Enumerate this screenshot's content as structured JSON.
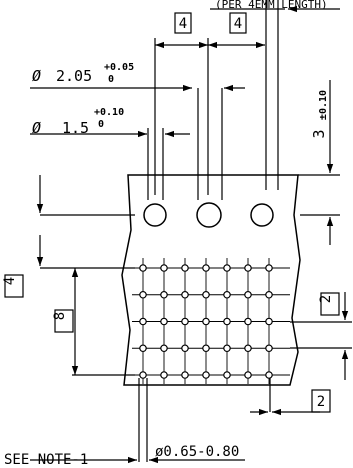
{
  "top_note": "(PER 4EMM LENGTH)",
  "dims": {
    "box4_a": "4",
    "box4_b": "4",
    "dia_large_sym": "Ø",
    "dia_large_val": "2.05",
    "dia_large_tol_plus": "+0.05",
    "dia_large_tol_minus": "0",
    "dia_small_sym": "Ø",
    "dia_small_val": "1.5",
    "dia_small_tol_plus": "+0.10",
    "dia_small_tol_minus": "0",
    "vert_tol": "±0.10",
    "vert_3": "3",
    "left_box4": "4",
    "left_box8": "8",
    "right_box2_a": "2",
    "right_box2_b": "2",
    "pin_dia": "ø0.65-0.80",
    "see_note": "SEE NOTE-1"
  },
  "grid": {
    "columns": 7,
    "rows": 5
  }
}
